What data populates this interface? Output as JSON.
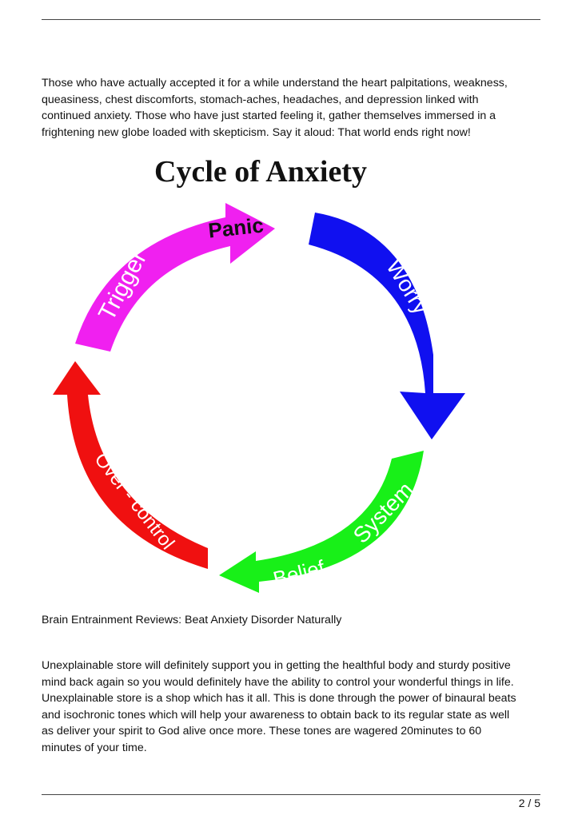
{
  "paragraph1": "Those who have actually accepted it for a while understand the heart palpitations, weakness,\nqueasiness, chest discomforts, stomach-aches, headaches, and depression linked with\ncontinued anxiety. Those who have just started feeling it, gather themselves immersed in a\nfrightening new globe loaded with skepticism. Say it aloud: That world ends right now!",
  "figure": {
    "title": "Cycle of Anxiety",
    "arrows": [
      {
        "label": "Panic",
        "color": "#f020f0"
      },
      {
        "label": "Trigger",
        "color": "#f020f0"
      },
      {
        "label": "Worry",
        "color": "#1010f0"
      },
      {
        "label": "Belief",
        "color": "#18f018"
      },
      {
        "label": "System",
        "color": "#18f018"
      },
      {
        "label": "Over - control",
        "color": "#f01010"
      }
    ]
  },
  "caption": "Brain Entrainment Reviews: Beat Anxiety Disorder Naturally",
  "paragraph2": "Unexplainable store will definitely support you in getting the healthful body and sturdy positive\nmind back again so you would definitely have the ability to control your wonderful things in life.\nUnexplainable store is a shop which has it all. This is done through the power of binaural beats\nand isochronic tones which will help your awareness to obtain back to its regular state as well\nas deliver your spirit to God alive once more. These tones are wagered 20minutes to 60\nminutes of your time.",
  "page_number": "2 / 5"
}
